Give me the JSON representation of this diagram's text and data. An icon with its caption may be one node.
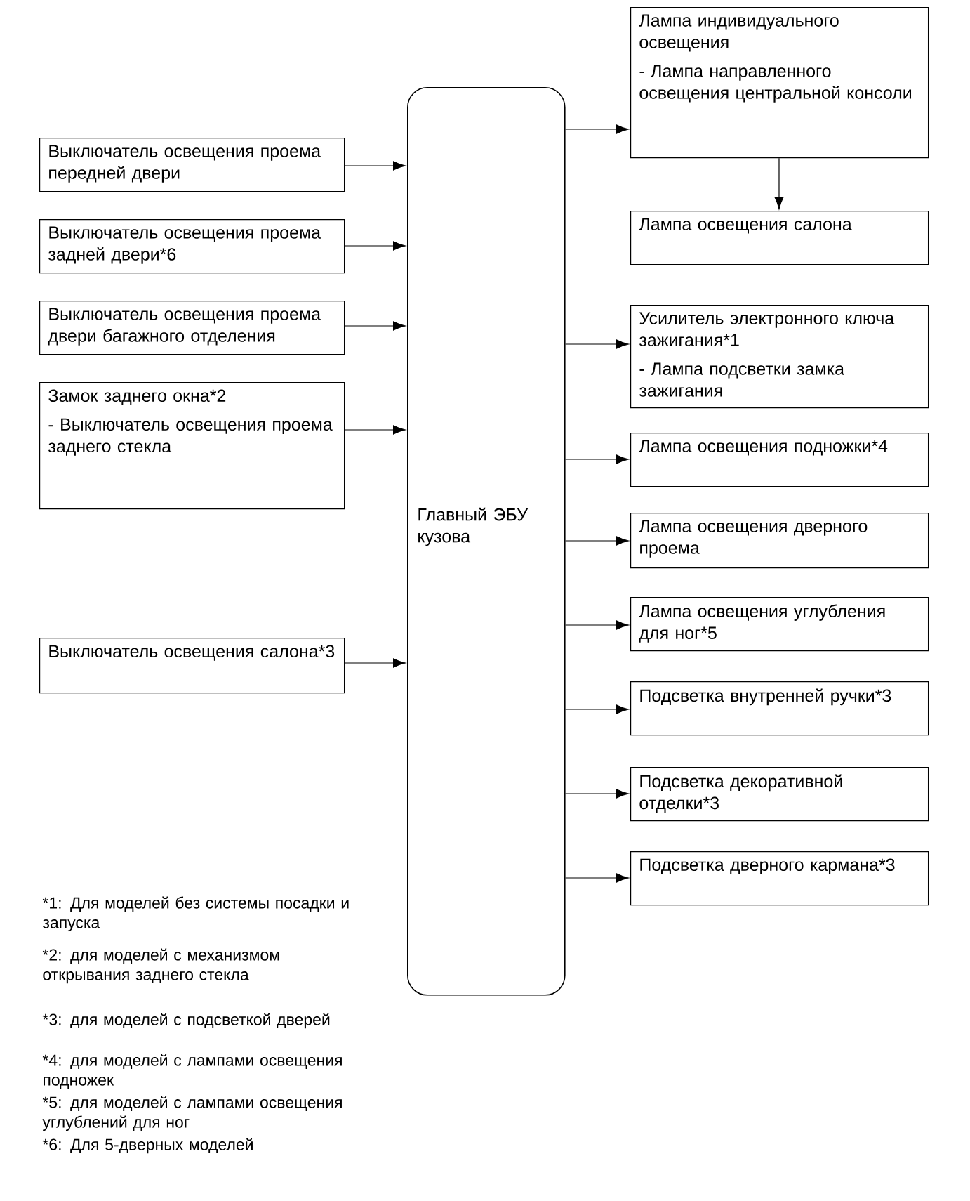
{
  "diagram": {
    "nodes": [
      {
        "text": [
          "Главный ЭБУ кузова"
        ]
      },
      {
        "text": [
          "Выключатель освещения проема передней двери"
        ]
      },
      {
        "text": [
          "Выключатель освещения проема задней двери*6"
        ]
      },
      {
        "text": [
          "Выключатель освещения проема двери багажного отделения"
        ]
      },
      {
        "text": [
          "Замок заднего окна*2",
          "- Выключатель освещения проема заднего стекла"
        ]
      },
      {
        "text": [
          "Выключатель освещения салона*3"
        ]
      },
      {
        "text": [
          "Лампа индивидуального освещения",
          "- Лампа направленного освещения центральной консоли"
        ]
      },
      {
        "text": [
          "Лампа освещения салона"
        ]
      },
      {
        "text": [
          "Усилитель электронного ключа зажигания*1",
          "- Лампа подсветки замка зажигания"
        ]
      },
      {
        "text": [
          "Лампа освещения подножки*4"
        ]
      },
      {
        "text": [
          "Лампа освещения дверного проема"
        ]
      },
      {
        "text": [
          "Лампа освещения углубления для ног*5"
        ]
      },
      {
        "text": [
          "Подсветка внутренней ручки*3"
        ]
      },
      {
        "text": [
          "Подсветка декоративной отделки*3"
        ]
      },
      {
        "text": [
          "Подсветка дверного кармана*3"
        ]
      }
    ],
    "edges": [
      {
        "from": 1,
        "to": 0,
        "arrow": "to"
      },
      {
        "from": 2,
        "to": 0,
        "arrow": "to"
      },
      {
        "from": 3,
        "to": 0,
        "arrow": "to"
      },
      {
        "from": 4,
        "to": 0,
        "arrow": "to"
      },
      {
        "from": 5,
        "to": 0,
        "arrow": "to"
      },
      {
        "from": 0,
        "to": 6,
        "arrow": "to"
      },
      {
        "from": 6,
        "to": 7,
        "arrow": "to"
      },
      {
        "from": 0,
        "to": 8,
        "arrow": "to"
      },
      {
        "from": 0,
        "to": 9,
        "arrow": "to"
      },
      {
        "from": 0,
        "to": 10,
        "arrow": "to"
      },
      {
        "from": 0,
        "to": 11,
        "arrow": "to"
      },
      {
        "from": 0,
        "to": 12,
        "arrow": "to"
      },
      {
        "from": 0,
        "to": 13,
        "arrow": "to"
      },
      {
        "from": 0,
        "to": 14,
        "arrow": "to"
      }
    ],
    "labels": [
      "*1: Для моделей без системы посадки и запуска",
      "*2: для моделей с механизмом открывания заднего стекла",
      "*3: для моделей с подсветкой дверей",
      "*4: для моделей с лампами освещения подножек",
      "*5: для моделей с лампами освещения углублений для ног",
      "*6: Для 5-дверных моделей"
    ]
  }
}
